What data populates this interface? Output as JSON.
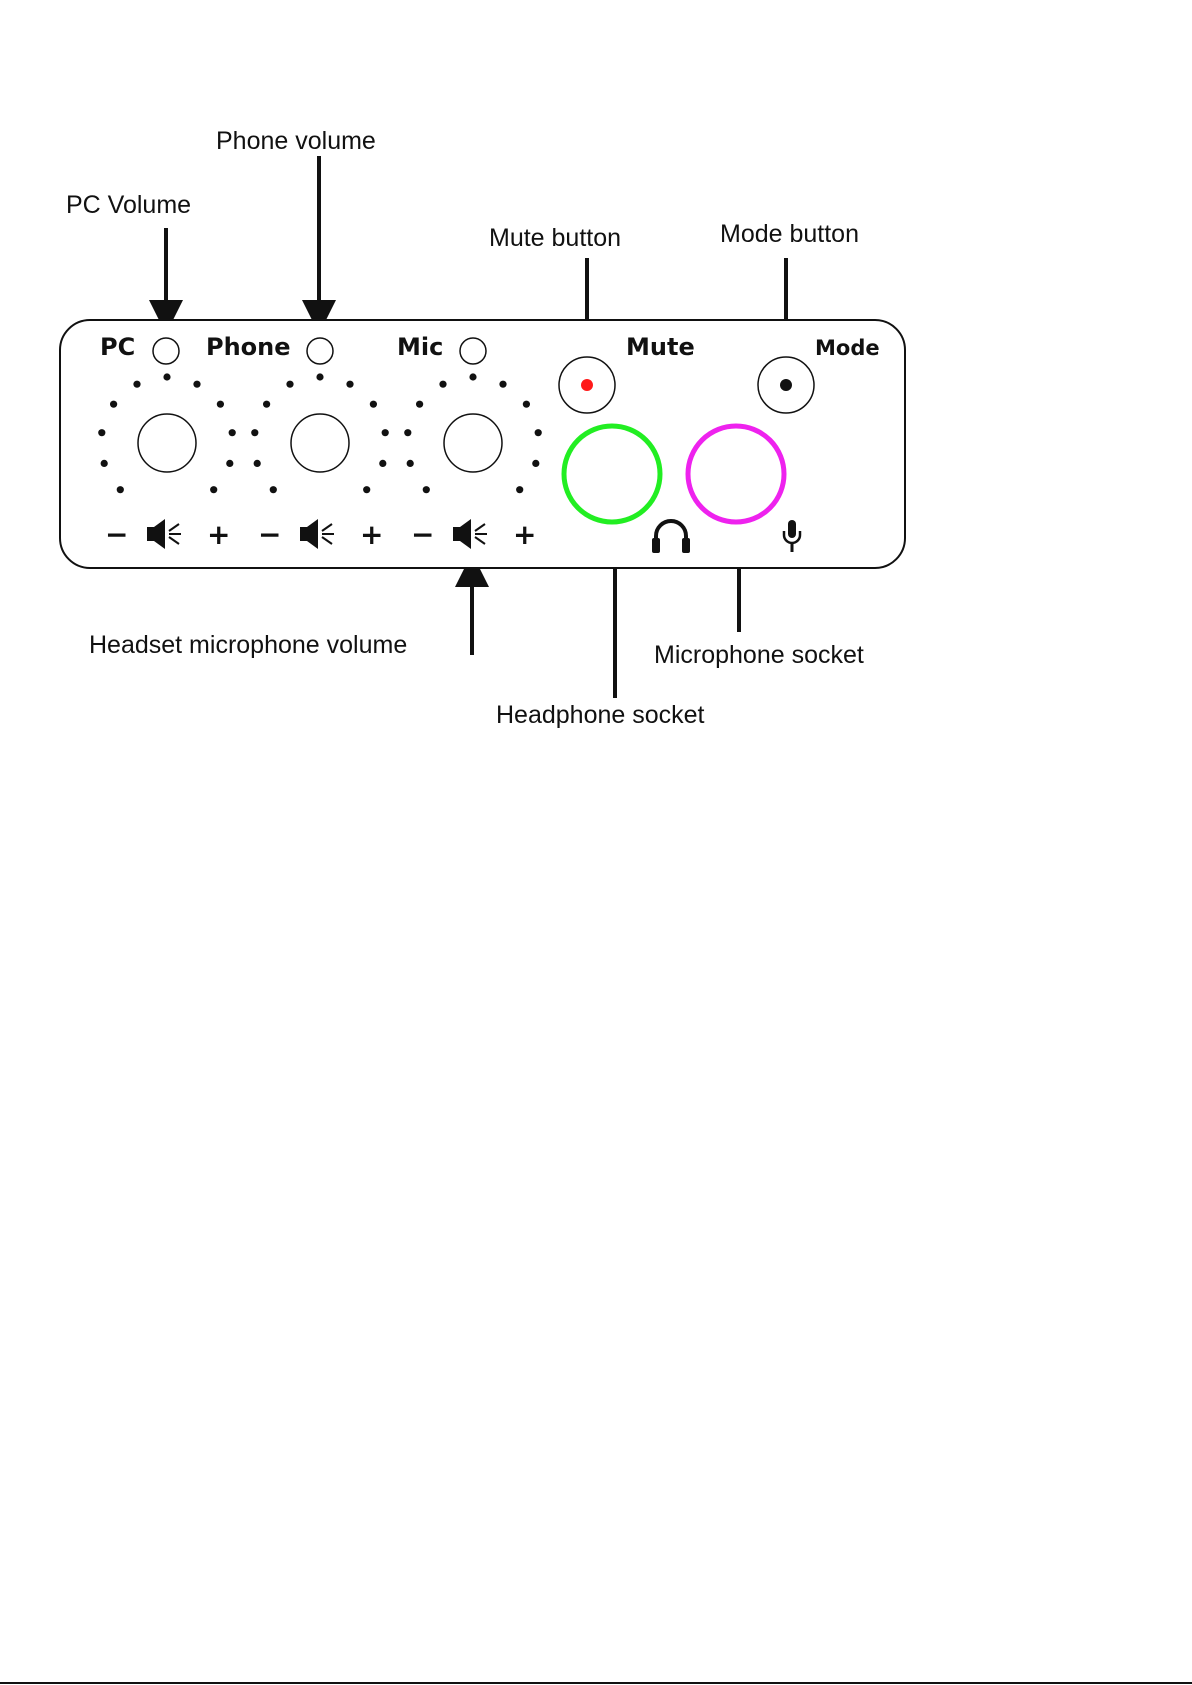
{
  "callouts": {
    "pc_volume": "PC Volume",
    "phone_volume": "Phone volume",
    "mute_button": "Mute button",
    "mode_button": "Mode button",
    "headset_mic_volume": "Headset microphone volume",
    "microphone_socket": "Microphone socket",
    "headphone_socket": "Headphone socket"
  },
  "panel": {
    "pc_label": "PC",
    "phone_label": "Phone",
    "mic_label": "Mic",
    "mute_label": "Mute",
    "mode_label": "Mode",
    "minus": "−",
    "plus": "+"
  },
  "colors": {
    "outline": "#111111",
    "mute_led": "#ff1a1a",
    "headphone_ring": "#22ee22",
    "microphone_ring": "#ee22ee"
  },
  "icons": {
    "speaker": "speaker-icon",
    "headphones": "headphones-icon",
    "microphone": "microphone-icon"
  }
}
